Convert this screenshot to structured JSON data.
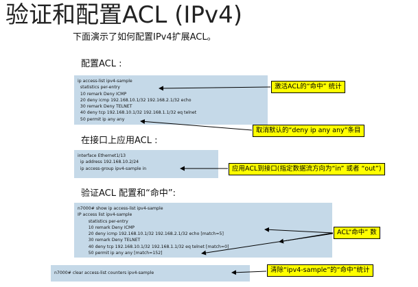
{
  "page": {
    "title": "验证和配置ACL (IPv4)",
    "subtitle": "下面演示了如何配置IPv4扩展ACL。"
  },
  "sections": {
    "config": {
      "heading": "配置ACL :",
      "lines": [
        "ip access-list ipv4-sample",
        "  statistics per-entry",
        "  10 remark Deny ICMP",
        "  20 deny icmp 192.168.10.1/32 192.168.2.1/32 echo",
        "  30 remark Deny TELNET",
        "  40 deny tcp 192.168.10.1/32 192.168.1.1/32 eq telnet",
        "  50 permit ip any any"
      ]
    },
    "apply": {
      "heading": "在接口上应用ACL :",
      "lines": [
        "interface Ethernet1/13",
        "  ip address 192.168.10.2/24",
        "  ip access-group ipv4-sample in"
      ]
    },
    "verify": {
      "heading": "验证ACL 配置和“命中”:",
      "lines": [
        "n7000# show ip access-list ipv4-sample",
        "IP access list ipv4-sample",
        "        statistics per-entry",
        "        10 remark Deny ICMP",
        "        20 deny icmp 192.168.10.1/32 192.168.2.1/32 echo [match=5]",
        "        30 remark Deny TELNET",
        "        40 deny tcp 192.168.10.1/32 192.168.1.1/32 eq telnet [match=0]",
        "        50 permit ip any any [match=152]"
      ]
    },
    "clear": {
      "lines": [
        "n7000# clear access-list counters ipv4-sample"
      ]
    }
  },
  "callouts": {
    "stats": "激活ACL的“命中” 统计",
    "deny_default": "取消默认的“deny ip any any”条目",
    "apply": "应用ACL到接口(指定数据流方向为“in” 或者 “out”)",
    "hits": "ACL“命中” 数",
    "clear": "清除“ipv4-sample”的“命中”统计"
  },
  "colors": {
    "code_bg": "#c5d9e8",
    "callout_bg": "#ffff00"
  }
}
